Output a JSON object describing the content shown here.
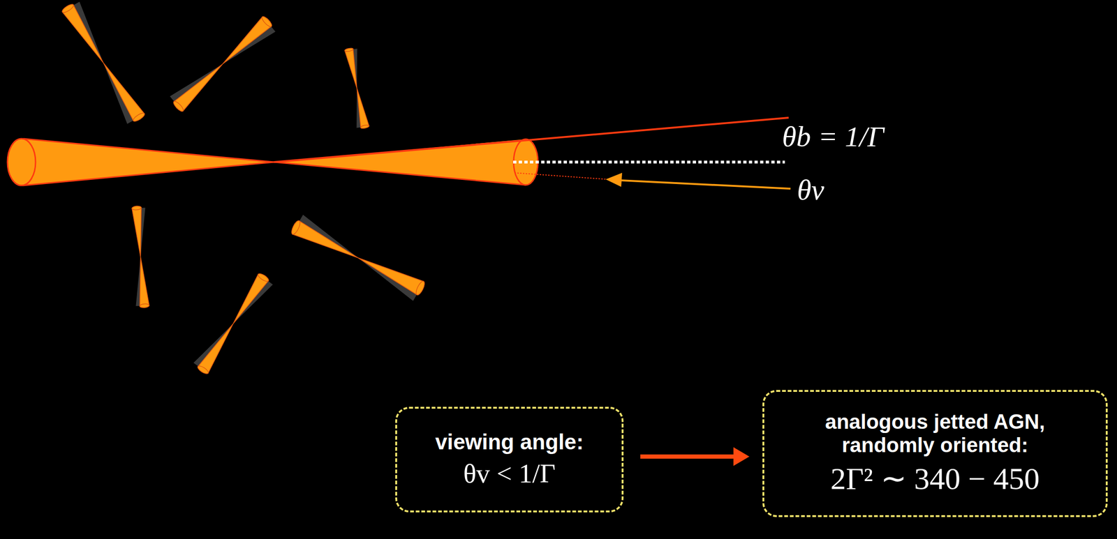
{
  "diagram": {
    "nodes": [
      {
        "text": [
          "viewing angle:",
          "θv < 1/Γ"
        ]
      },
      {
        "text": [
          "analogous jetted AGN, randomly oriented:",
          "2Γ² ∼ 340 − 450"
        ]
      }
    ],
    "edges": [
      {
        "from": 0,
        "to": 1,
        "arrow": "to"
      }
    ],
    "labels": [
      "θb = 1/Γ",
      "θv"
    ]
  }
}
